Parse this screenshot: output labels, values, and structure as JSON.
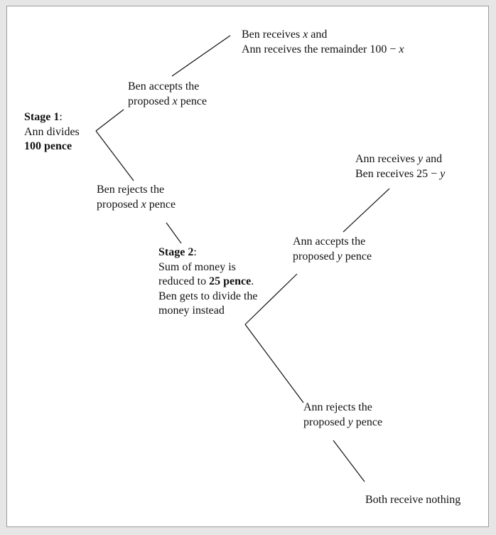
{
  "diagram": {
    "stage1": {
      "title": "Stage 1",
      "title_suffix": ":",
      "line1": "Ann divides",
      "amount": "100 pence"
    },
    "ben_accepts": {
      "line1": "Ben accepts the",
      "line2_pre": "proposed ",
      "var": "x",
      "line2_post": " pence"
    },
    "ben_rejects": {
      "line1": "Ben rejects the",
      "line2_pre": "proposed ",
      "var": "x",
      "line2_post": " pence"
    },
    "outcome_accept1": {
      "line1_pre": "Ben receives ",
      "var1": "x",
      "line1_post": " and",
      "line2_pre": "Ann receives the remainder 100 − ",
      "var2": "x"
    },
    "stage2": {
      "title": "Stage 2",
      "title_suffix": ":",
      "line1": "Sum of money is",
      "line2_pre": "reduced to ",
      "amount": "25 pence",
      "line2_post": ".",
      "line3": "Ben gets to divide the",
      "line4": "money instead"
    },
    "ann_accepts": {
      "line1": "Ann accepts the",
      "line2_pre": "proposed ",
      "var": "y",
      "line2_post": " pence"
    },
    "ann_rejects": {
      "line1": "Ann rejects the",
      "line2_pre": "proposed ",
      "var": "y",
      "line2_post": " pence"
    },
    "outcome_accept2": {
      "line1_pre": "Ann receives ",
      "var1": "y",
      "line1_post": " and",
      "line2_pre": "Ben receives 25 − ",
      "var2": "y"
    },
    "outcome_reject2": {
      "text": "Both receive nothing"
    }
  }
}
